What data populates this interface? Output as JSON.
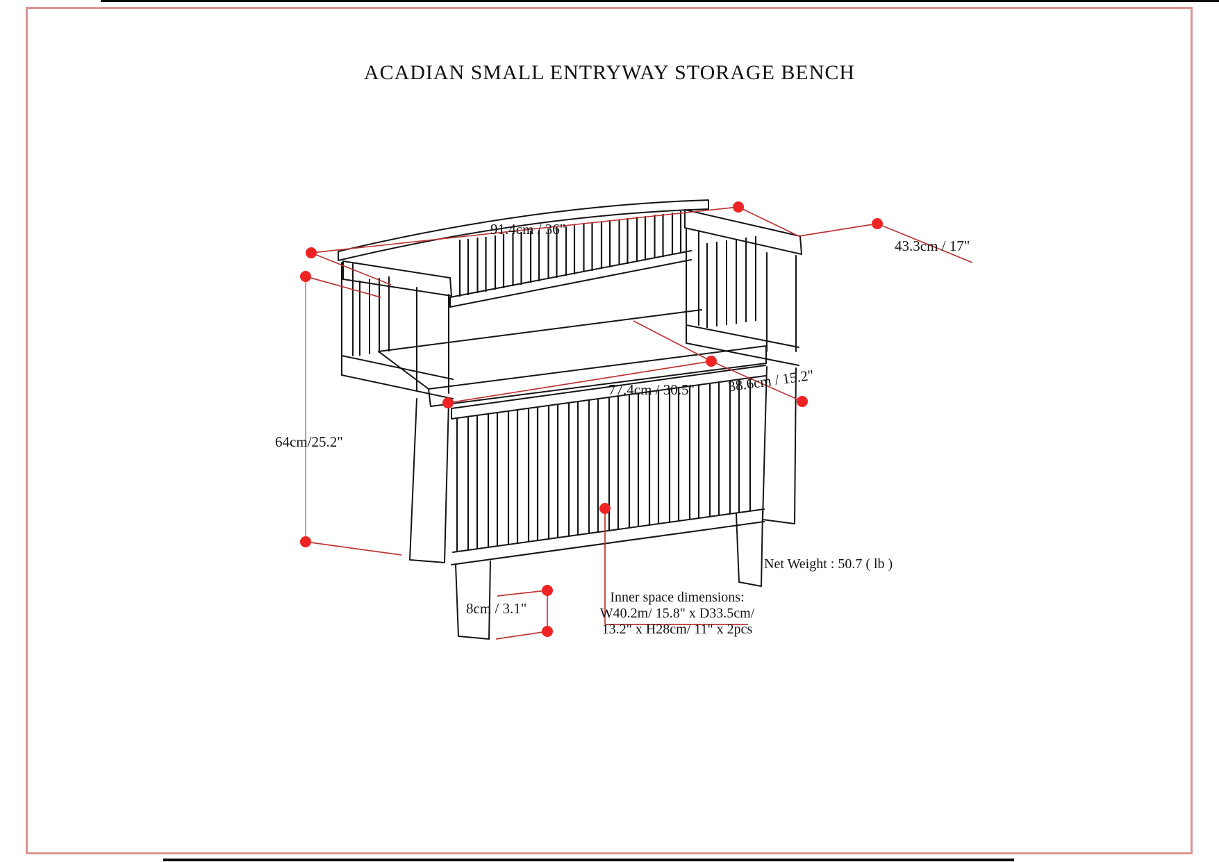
{
  "page": {
    "title": "ACADIAN SMALL ENTRYWAY STORAGE BENCH",
    "net_weight": "Net Weight : 50.7 ( lb )"
  },
  "dimensions": {
    "overall_width": "91.4cm / 36\"",
    "overall_depth": "43.3cm / 17\"",
    "overall_height": "64cm/25.2\"",
    "seat_width": "77.4cm / 30.5\"",
    "seat_depth": "38.6cm / 15.2\"",
    "ground_clearance": "8cm / 3.1\"",
    "inner_space": {
      "line1": "Inner space dimensions:",
      "line2": "W40.2m/ 15.8\" x D33.5cm/",
      "line3": "13.2\" x H28cm/ 11\" x 2pcs"
    }
  },
  "colors": {
    "dimension_line": "#bf3434",
    "dimension_line_light": "#d99393",
    "dimension_dot": "#ee2424",
    "page_border": "#dd9494",
    "line_art": "#141414"
  }
}
